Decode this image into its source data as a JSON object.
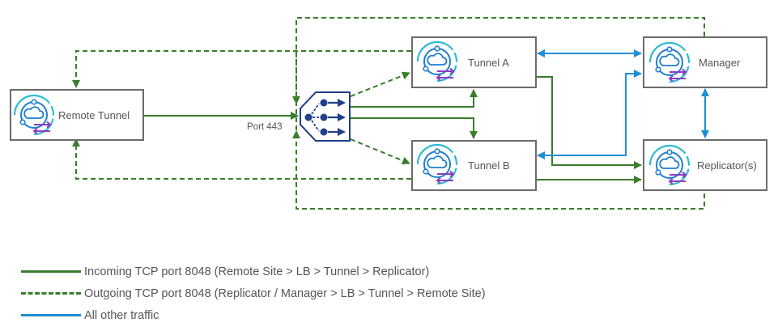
{
  "colors": {
    "incoming": "#3a7d2c",
    "outgoing": "#3a7d2c",
    "other": "#1e8fd5",
    "box_border": "#6b6b6b",
    "lb": "#1f3f8a",
    "icon_teal": "#2bbcd4",
    "icon_blue": "#1e7fcf",
    "icon_purple": "#8a3ec0"
  },
  "nodes": {
    "remote_tunnel": {
      "label": "Remote Tunnel",
      "icon": "cloud-tunnel-icon"
    },
    "tunnel_a": {
      "label": "Tunnel A",
      "icon": "cloud-tunnel-icon"
    },
    "tunnel_b": {
      "label": "Tunnel B",
      "icon": "cloud-tunnel-icon"
    },
    "manager": {
      "label": "Manager",
      "icon": "cloud-tunnel-icon"
    },
    "replicator": {
      "label": "Replicator(s)",
      "icon": "cloud-tunnel-icon"
    },
    "load_balancer": {
      "icon": "load-balancer-icon"
    }
  },
  "port_label": "Port 443",
  "legend": [
    {
      "style": "solid-green",
      "label": "Incoming TCP port 8048 (Remote Site > LB > Tunnel > Replicator)"
    },
    {
      "style": "dashed-green",
      "label": "Outgoing TCP port 8048 (Replicator / Manager > LB > Tunnel > Remote Site)"
    },
    {
      "style": "solid-blue",
      "label": "All other traffic"
    }
  ]
}
